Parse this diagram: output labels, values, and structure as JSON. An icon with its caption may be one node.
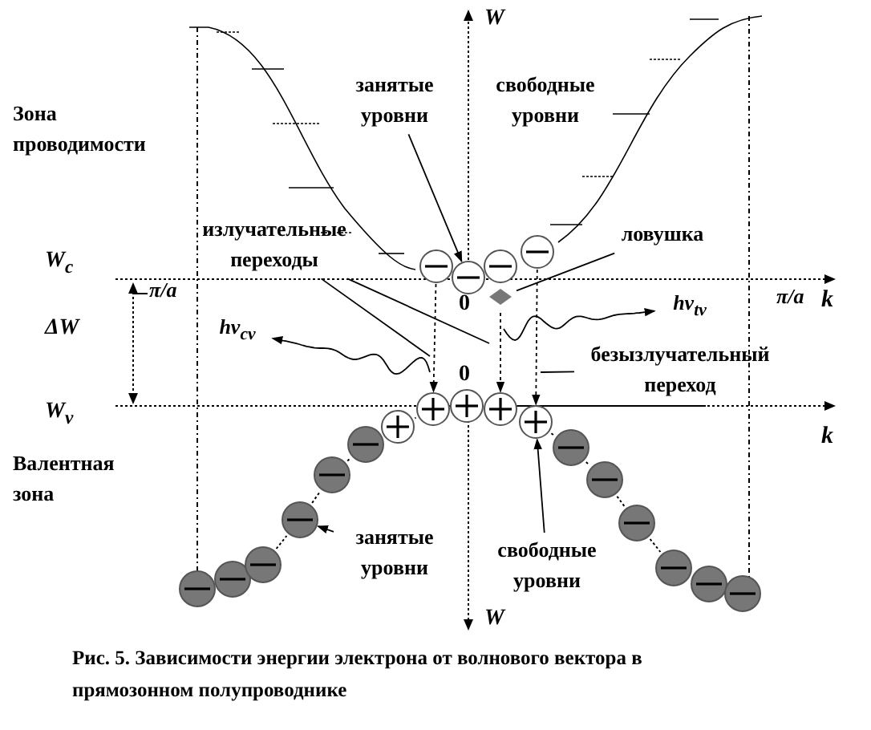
{
  "diagram": {
    "caption": "Рис. 5. Зависимости энергии электрона от волнового вектора в прямозонном полупроводнике",
    "nodes": [
      {
        "text": [
          "занятые уровни"
        ]
      },
      {
        "text": [
          "свободные уровни"
        ]
      },
      {
        "text": [
          "ловушка"
        ]
      },
      {
        "text": [
          "излучательные переходы"
        ]
      },
      {
        "text": [
          "hν$_{cv}$"
        ]
      },
      {
        "text": [
          "hν$_{tv}$"
        ]
      },
      {
        "text": [
          "безызлучательный переход"
        ]
      },
      {
        "text": [
          "занятые уровни"
        ]
      },
      {
        "text": [
          "свободные уровни"
        ]
      },
      {
        "text": [],
        "shape": "circle"
      },
      {
        "text": [],
        "shape": "circle"
      },
      {
        "text": [],
        "shape": "circle"
      },
      {
        "text": [],
        "shape": "circle"
      },
      {
        "text": [],
        "shape": "diamond"
      },
      {
        "text": [],
        "shape": "circle"
      },
      {
        "text": [],
        "shape": "circle"
      },
      {
        "text": [],
        "shape": "circle"
      },
      {
        "text": [],
        "shape": "circle"
      },
      {
        "text": [],
        "shape": "circle"
      },
      {
        "text": [],
        "shape": "circle"
      },
      {
        "text": [],
        "shape": "circle"
      },
      {
        "text": [],
        "shape": "circle"
      },
      {
        "text": [],
        "shape": "circle"
      },
      {
        "text": [],
        "shape": "circle"
      },
      {
        "text": [],
        "shape": "circle"
      },
      {
        "text": [],
        "shape": "circle"
      },
      {
        "text": [],
        "shape": "circle"
      },
      {
        "text": [],
        "shape": "circle"
      },
      {
        "text": [],
        "shape": "circle"
      },
      {
        "text": [],
        "shape": "circle"
      },
      {
        "text": [],
        "shape": "circle"
      }
    ],
    "edges": [
      {
        "from": 0,
        "to": 10,
        "arrow": "to"
      },
      {
        "from": 2,
        "to": 13,
        "arrow": "none"
      },
      {
        "from": 3,
        "to": null,
        "arrow": "none"
      },
      {
        "from": 3,
        "to": null,
        "arrow": "none"
      },
      {
        "from": null,
        "to": 4,
        "arrow": "to"
      },
      {
        "from": null,
        "to": 5,
        "arrow": "to"
      },
      {
        "from": 6,
        "to": null,
        "arrow": "none"
      },
      {
        "from": 7,
        "to": 22,
        "arrow": "to"
      },
      {
        "from": 8,
        "to": 18,
        "arrow": "to"
      },
      {
        "from": 9,
        "to": 15,
        "arrow": "to",
        "style": "dashed"
      },
      {
        "from": 13,
        "to": 17,
        "arrow": "to",
        "style": "dashed"
      },
      {
        "from": 12,
        "to": 18,
        "arrow": "to",
        "style": "dashed"
      }
    ],
    "labels": [
      "W",
      "Зона проводимости",
      "W$_{c}$",
      "π/a",
      "ΔW",
      "0",
      "π/a",
      "k",
      "W$_{v}$",
      "0",
      "k",
      "Валентная зона",
      "W"
    ]
  }
}
